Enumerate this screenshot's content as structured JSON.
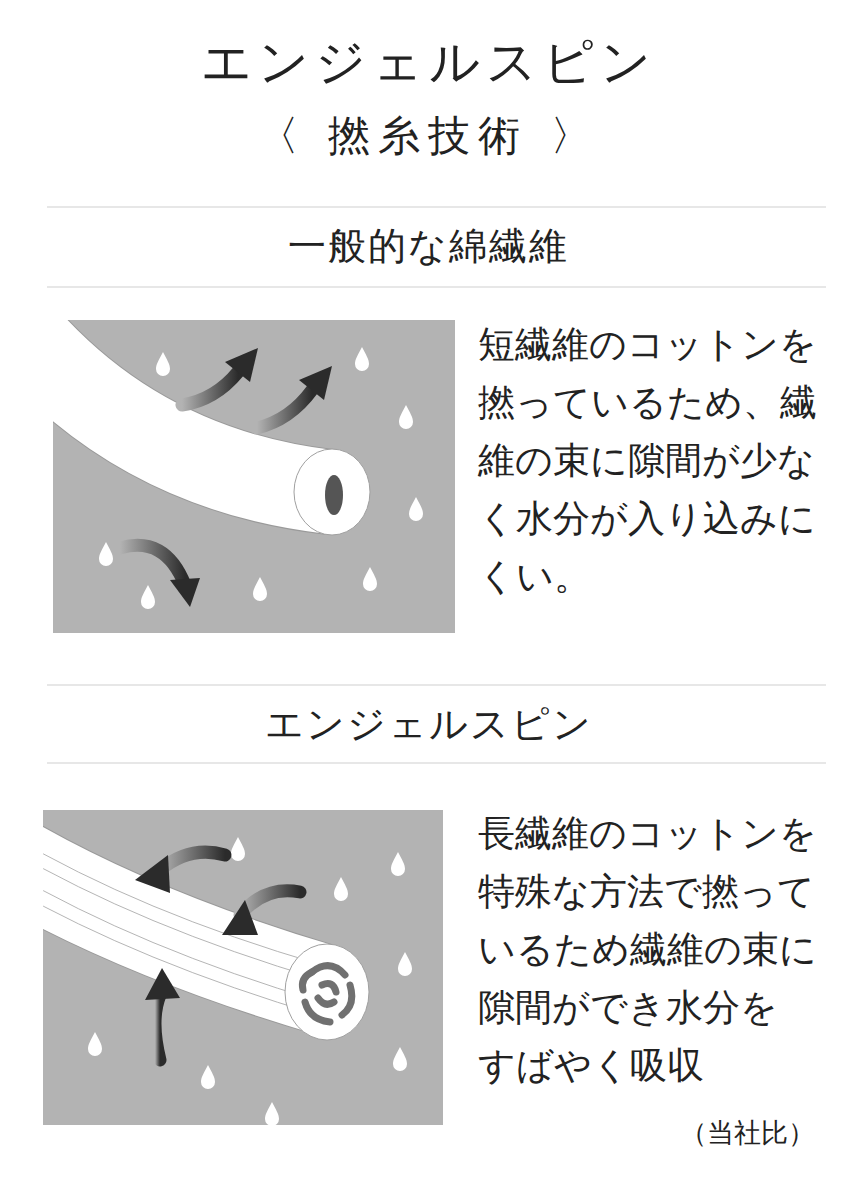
{
  "diagram": {
    "title": "エンジェルスピン",
    "labels": [
      "〈 撚糸技術 〉",
      "一般的な綿繊維",
      "短繊維のコットンを 撚っているため、繊 維の束に隙間が少な く水分が入り込みに くい。",
      "エンジェルスピン",
      "長繊維のコットンを 特殊な方法で撚って いるため繊維の束に 隙間ができ水分を すばやく吸収",
      "（当社比）"
    ]
  }
}
